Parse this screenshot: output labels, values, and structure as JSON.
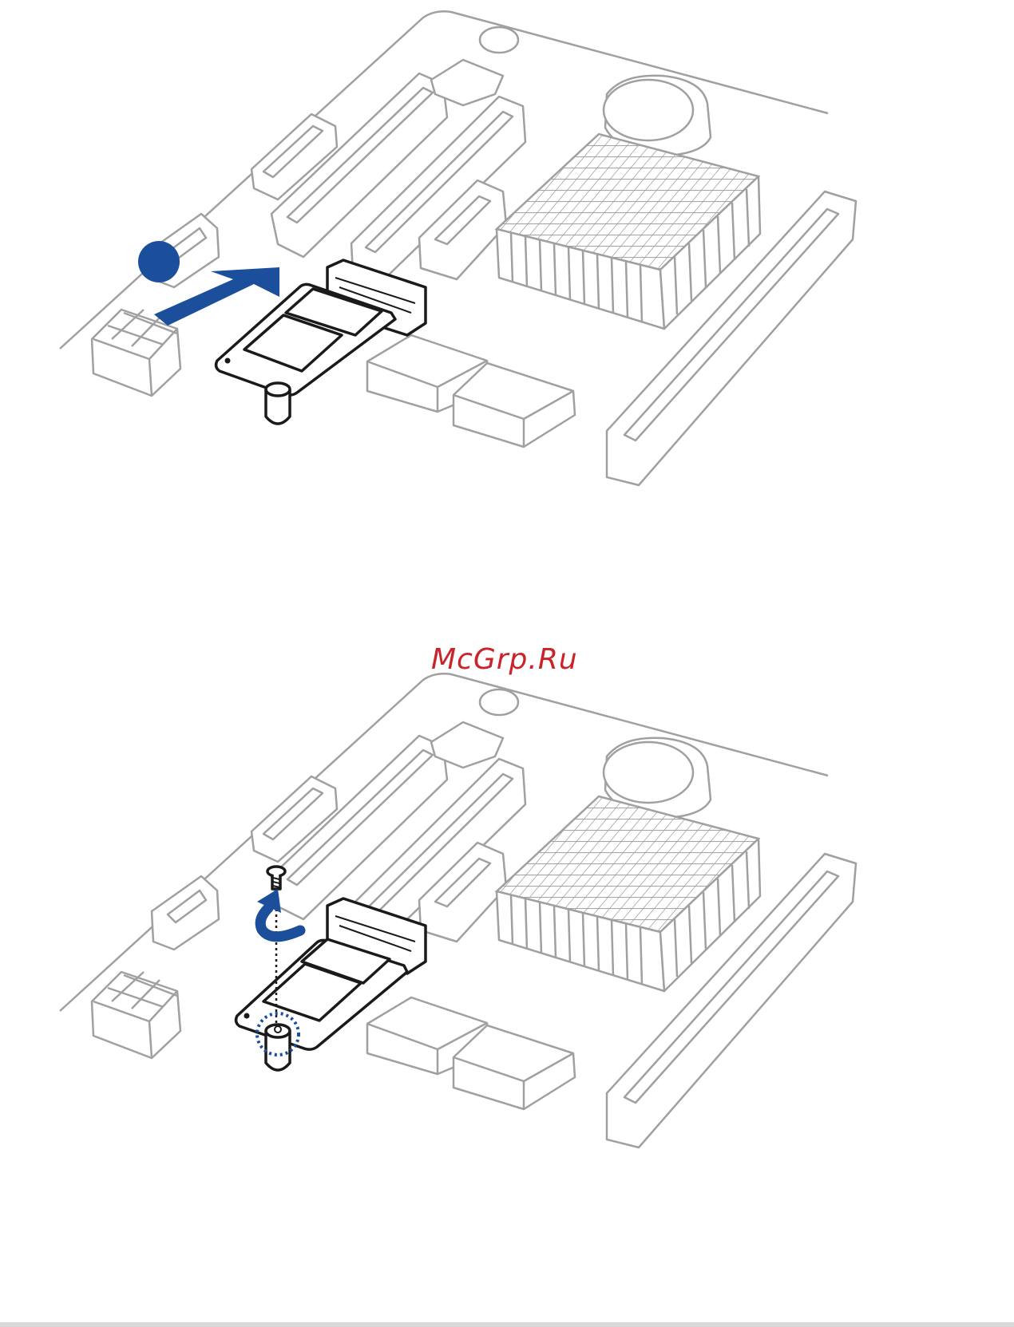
{
  "watermark": {
    "text": "McGrp.Ru"
  },
  "colors": {
    "outline_gray": "#a0a0a0",
    "module_black": "#1a1a1a",
    "accent_blue": "#1b4f9c",
    "watermark_red": "#c8242a"
  },
  "steps": [
    {
      "id": "insert-module",
      "icons": [
        "step-marker-dot-icon",
        "insert-direction-arrow-icon"
      ]
    },
    {
      "id": "secure-screw",
      "icons": [
        "screw-icon",
        "rotate-clockwise-arrow-icon",
        "screw-hole-highlight-icon"
      ]
    }
  ]
}
